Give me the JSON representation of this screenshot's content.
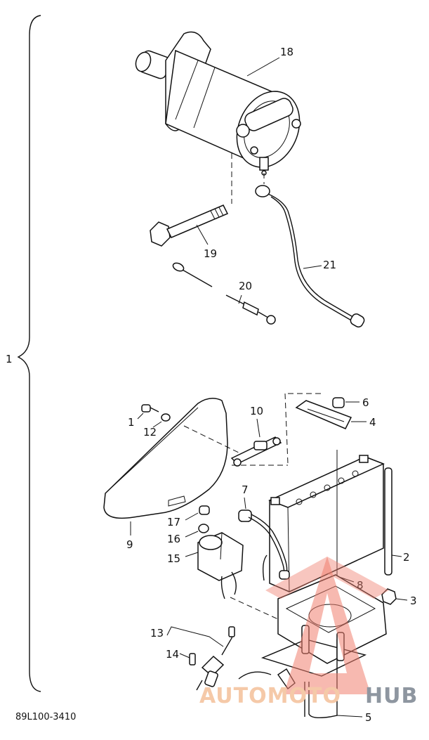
{
  "diagram_code": "89L100-3410",
  "callouts": {
    "c1": "1",
    "c2": "2",
    "c3": "3",
    "c4": "4",
    "c5": "5",
    "c6": "6",
    "c7": "7",
    "c8": "8",
    "c9": "9",
    "c10": "10",
    "c11": "1",
    "c12": "12",
    "c13": "13",
    "c14": "14",
    "c15": "15",
    "c16": "16",
    "c17": "17",
    "c18": "18",
    "c19": "19",
    "c20": "20",
    "c21": "21"
  },
  "watermark": {
    "part1": "AUTOMOTO",
    "part2": "HUB",
    "color_primary": "#f08070",
    "color_secondary": "#8e96a0"
  },
  "colors": {
    "line": "#111111",
    "background": "#ffffff"
  }
}
